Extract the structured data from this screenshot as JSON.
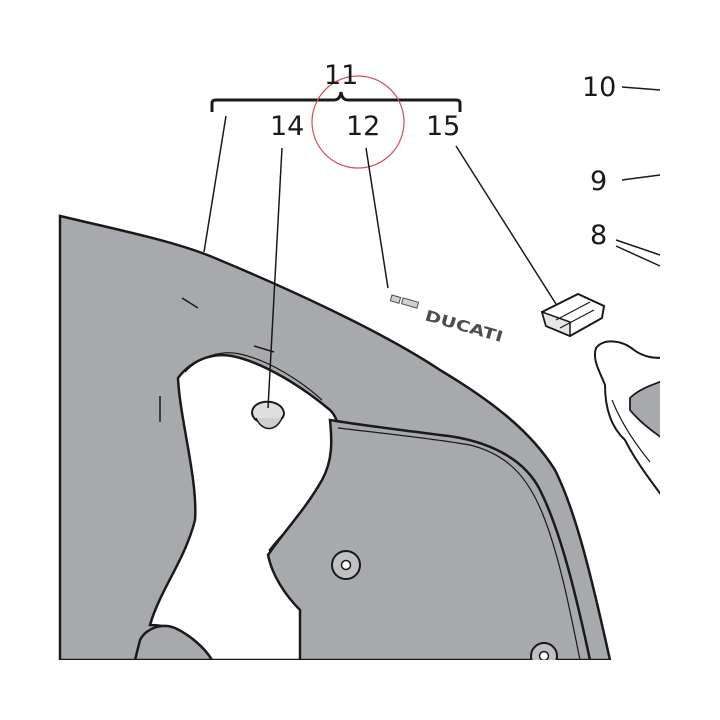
{
  "diagram": {
    "brand_text": "DUCATI",
    "colors": {
      "panel_fill": "#a7a9ac",
      "outline": "#1a1a1a",
      "background": "#ffffff",
      "highlight_circle": "#c9505a",
      "decal_text": "#4d4d4d"
    },
    "callouts": {
      "c8": "8",
      "c9": "9",
      "c10": "10",
      "c11": "11",
      "c12": "12",
      "c14": "14",
      "c15": "15"
    }
  }
}
